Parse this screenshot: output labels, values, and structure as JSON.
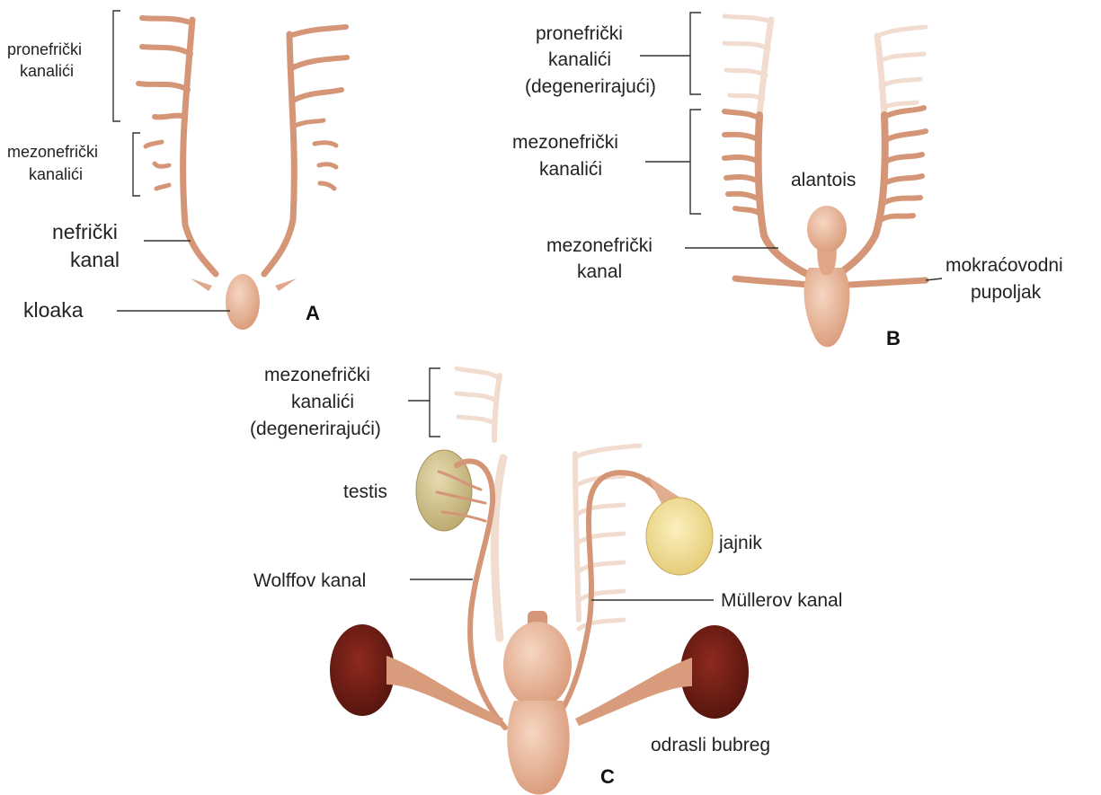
{
  "panels": {
    "a": {
      "letter": "A",
      "labels": {
        "pronephric_tubules": [
          "pronefrički",
          "kanalići"
        ],
        "mesonephric_tubules": [
          "mezonefrički",
          "kanalići"
        ],
        "nephric_duct": [
          "nefrički",
          "kanal"
        ],
        "cloaca": "kloaka"
      }
    },
    "b": {
      "letter": "B",
      "labels": {
        "pronephric_tubules": [
          "pronefrički",
          "kanalići",
          "(degenerirajući)"
        ],
        "mesonephric_tubules": [
          "mezonefrički",
          "kanalići"
        ],
        "allantois": "alantois",
        "mesonephric_duct": [
          "mezonefrički",
          "kanal"
        ],
        "ureteric_bud": [
          "mokraćovodni",
          "pupoljak"
        ]
      }
    },
    "c": {
      "letter": "C",
      "labels": {
        "mesonephric_tubules": [
          "mezonefrički",
          "kanalići",
          "(degenerirajući)"
        ],
        "testis": "testis",
        "wolffian_duct": "Wolffov kanal",
        "ovary": "jajnik",
        "mullerian_duct": "Müllerov kanal",
        "adult_kidney": "odrasli bubreg"
      }
    }
  },
  "colors": {
    "duct": "#d49677",
    "duct_faded": "#f1dccf",
    "bladder": "#e3ad8f",
    "kidney": "#6e1d15",
    "testis": "#cdbf8a",
    "ovary": "#f0dd92"
  }
}
